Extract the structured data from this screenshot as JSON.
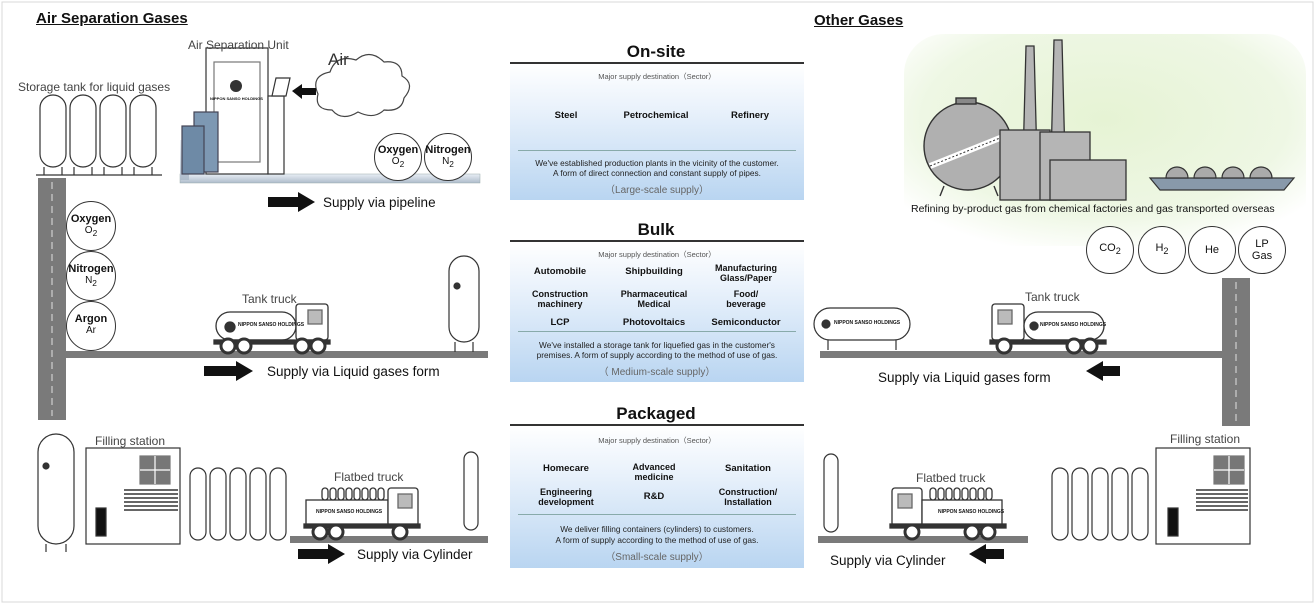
{
  "left": {
    "title": "Air Separation Gases",
    "asu_label": "Air Separation Unit",
    "air_label": "Air",
    "storage_label": "Storage tank for liquid gases",
    "pipeline_gases": [
      {
        "name": "Oxygen",
        "formula": "O",
        "sub": "2"
      },
      {
        "name": "Nitrogen",
        "formula": "N",
        "sub": "2"
      }
    ],
    "column_gases": [
      {
        "name": "Oxygen",
        "formula": "O",
        "sub": "2"
      },
      {
        "name": "Nitrogen",
        "formula": "N",
        "sub": "2"
      },
      {
        "name": "Argon",
        "formula": "Ar",
        "sub": ""
      }
    ],
    "supply_pipeline": "Supply via pipeline",
    "tank_truck_label": "Tank truck",
    "supply_liquid": "Supply via Liquid gases form",
    "filling_station_label": "Filling station",
    "flatbed_label": "Flatbed truck",
    "supply_cylinder": "Supply via Cylinder",
    "truck_brand": "NIPPON SANSO HOLDINGS"
  },
  "right": {
    "title": "Other Gases",
    "refining_caption": "Refining by-product gas from chemical factories and gas transported overseas",
    "gases": [
      {
        "formula": "CO",
        "sub": "2"
      },
      {
        "formula": "H",
        "sub": "2"
      },
      {
        "formula": "He",
        "sub": ""
      },
      {
        "formula": "LP Gas",
        "sub": ""
      }
    ],
    "tank_truck_label": "Tank truck",
    "supply_liquid": "Supply via Liquid gases form",
    "filling_station_label": "Filling station",
    "flatbed_label": "Flatbed truck",
    "supply_cylinder": "Supply via Cylinder"
  },
  "panels": {
    "onsite": {
      "title": "On-site",
      "caption": "Major supply destination（Sector）",
      "sectors": [
        "Steel",
        "Petrochemical",
        "Refinery"
      ],
      "desc1": "We've established production plants in the vicinity of the customer.",
      "desc2": "A form of direct connection and constant supply of pipes.",
      "scale": "（Large-scale supply）"
    },
    "bulk": {
      "title": "Bulk",
      "caption": "Major supply destination（Sector）",
      "sectors": [
        "Automobile",
        "Shipbuilding",
        "Manufacturing Glass/Paper",
        "Construction machinery",
        "Pharmaceutical Medical",
        "Food/ beverage",
        "LCP",
        "Photovoltaics",
        "Semiconductor"
      ],
      "desc1": "We've installed a storage tank for liquefied gas in the customer's",
      "desc2": "premises. A form of supply according to the method of use of gas.",
      "scale": "（ Medium-scale supply）"
    },
    "packaged": {
      "title": "Packaged",
      "caption": "Major supply destination（Sector）",
      "sectors": [
        "Homecare",
        "Advanced medicine",
        "Sanitation",
        "Engineering development",
        "R&D",
        "Construction/ Installation"
      ],
      "desc1": "We deliver filling containers (cylinders) to customers.",
      "desc2": "A form of supply according to the method of use of gas.",
      "scale": "（Small-scale supply）"
    }
  }
}
